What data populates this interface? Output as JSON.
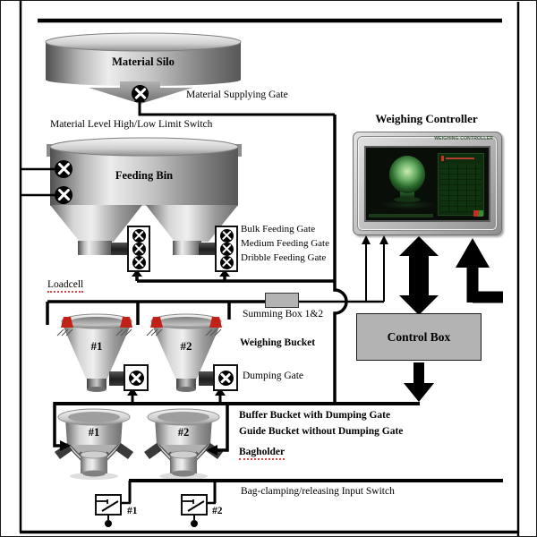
{
  "figure": {
    "type": "equipment-diagram",
    "subject": "Automatic weighing and bagging machine system layout"
  },
  "labels": {
    "material_silo": "Material Silo",
    "material_supplying_gate": "Material Supplying Gate",
    "material_level_switch": "Material Level High/Low Limit Switch",
    "feeding_bin": "Feeding Bin",
    "bulk_feeding_gate": "Bulk Feeding Gate",
    "medium_feeding_gate": "Medium Feeding Gate",
    "dribble_feeding_gate": "Dribble Feeding Gate",
    "loadcell": "Loadcell",
    "summing_box": "Summing Box 1&2",
    "weighing_bucket": "Weighing Bucket",
    "weighing_bucket_1": "#1",
    "weighing_bucket_2": "#2",
    "dumping_gate": "Dumping Gate",
    "weighing_controller": "Weighing Controller",
    "controller_brand": "WEIGHING CONTROLLER",
    "control_box": "Control Box",
    "buffer_bucket": "Buffer Bucket with Dumping Gate",
    "guide_bucket": "Guide Bucket without Dumping Gate",
    "bagholder": "Bagholder",
    "buffer_bucket_1": "#1",
    "buffer_bucket_2": "#2",
    "bag_clamping_switch": "Bag-clamping/releasing Input Switch",
    "input_switch_1": "#1",
    "input_switch_2": "#2"
  },
  "icons": {
    "gate_valve": "⊗ black circle with white X",
    "limit_switch": "⊗ black circle with white X",
    "input_switch": "lever contact with terminal dot",
    "loadcell_mount": "red wedge with ground hatching"
  },
  "colors": {
    "line": "#000000",
    "box_fill": "#b3b3b3",
    "loadcell_red": "#c22118",
    "spellcheck_red": "#d04545",
    "metal_light": "#ececec",
    "metal_dark": "#4f4f4f",
    "screen_bg": "#0a0e09",
    "screen_green": "#2c6b2e"
  }
}
